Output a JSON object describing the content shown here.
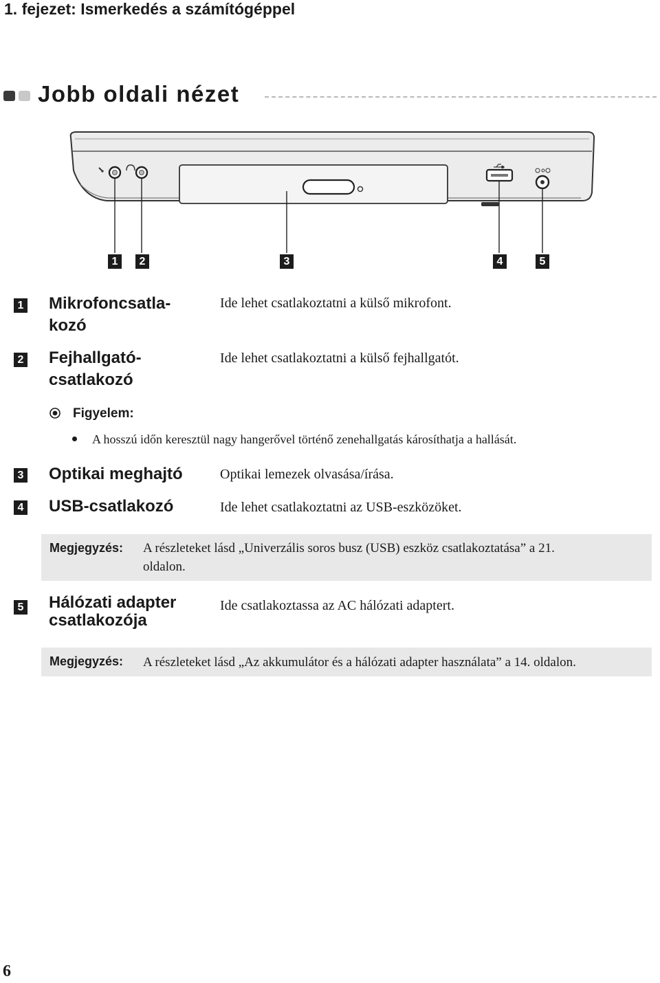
{
  "header": {
    "chapter": "1. fejezet: Ismerkedés a számítógéppel"
  },
  "section": {
    "title": "Jobb oldali nézet"
  },
  "figure": {
    "callouts": [
      "1",
      "2",
      "3",
      "4",
      "5"
    ]
  },
  "items": [
    {
      "number": "1",
      "term_lines": [
        "Mikrofoncsatla-",
        "kozó"
      ],
      "description": "Ide lehet csatlakoztatni a külső mikrofont."
    },
    {
      "number": "2",
      "term_lines": [
        "Fejhallgató-",
        "csatlakozó"
      ],
      "description": "Ide lehet csatlakoztatni a külső fejhallgatót."
    },
    {
      "number": "3",
      "term_lines": [
        "Optikai meghajtó"
      ],
      "description": "Optikai lemezek olvasása/írása."
    },
    {
      "number": "4",
      "term_lines": [
        "USB-csatlakozó"
      ],
      "description": "Ide lehet csatlakoztatni az USB-eszközöket."
    },
    {
      "number": "5",
      "term_lines": [
        "Hálózati adapter",
        "csatlakozója"
      ],
      "description": "Ide csatlakoztassa az AC hálózati adaptert."
    }
  ],
  "attention": {
    "label": "Figyelem:",
    "bullet": "A hosszú időn keresztül nagy hangerővel történő zenehallgatás károsíthatja a hallását."
  },
  "notes": [
    {
      "label": "Megjegyzés:",
      "lines": [
        "A részleteket lásd „Univerzális soros busz (USB) eszköz csatlakoztatása” a 21.",
        "oldalon."
      ]
    },
    {
      "label": "Megjegyzés:",
      "lines": [
        "A részleteket lásd „Az akkumulátor és a hálózati adapter használata” a 14. oldalon."
      ]
    }
  ],
  "footer": {
    "page_number": "6"
  }
}
